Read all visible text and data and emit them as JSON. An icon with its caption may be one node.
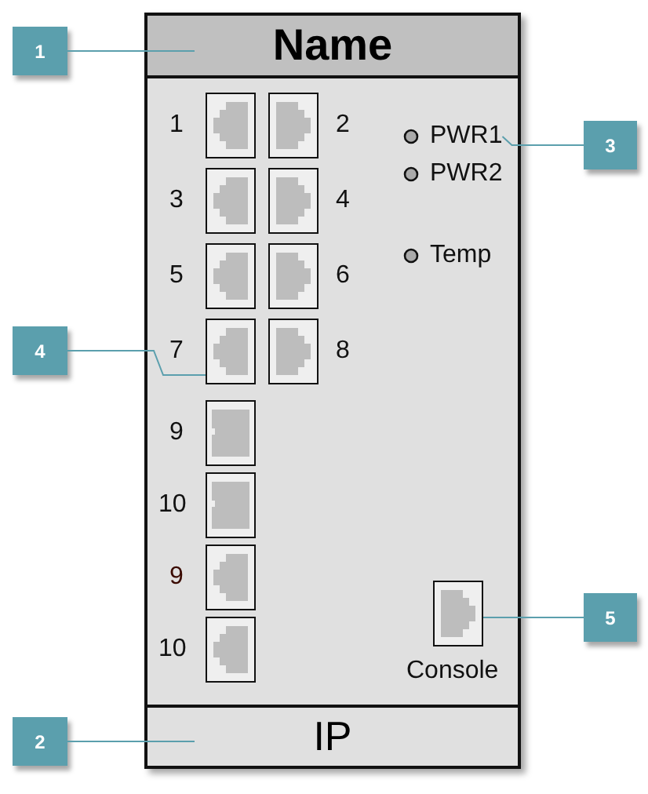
{
  "diagram": {
    "nodes": [
      {
        "text": [],
        "shape": "box"
      },
      {
        "text": [
          "Name"
        ],
        "in": 0
      },
      {
        "text": [
          "IP"
        ],
        "in": 0
      },
      {
        "text": [],
        "shape": "box",
        "in": 0
      },
      {
        "text": [],
        "shape": "box",
        "in": 0,
        "beside": [
          "Console"
        ]
      },
      {
        "text": [
          "1"
        ]
      },
      {
        "text": [
          "2"
        ]
      },
      {
        "text": [
          "3"
        ]
      },
      {
        "text": [
          "4"
        ]
      },
      {
        "text": [
          "5"
        ]
      },
      {
        "text": [
          "PWR1"
        ],
        "in": 0
      }
    ],
    "edges": [
      {
        "from": 5,
        "to": 1,
        "arrow": "none"
      },
      {
        "from": 6,
        "to": 2,
        "arrow": "none"
      },
      {
        "from": 7,
        "to": 10,
        "arrow": "none"
      },
      {
        "from": 8,
        "to": 3,
        "arrow": "none"
      },
      {
        "from": 9,
        "to": 4,
        "arrow": "none"
      }
    ],
    "labels": [
      "1",
      "2",
      "PWR2",
      "3",
      "4",
      "Temp",
      "5",
      "6",
      "7",
      "8",
      "9",
      "10",
      "9",
      "10"
    ]
  }
}
